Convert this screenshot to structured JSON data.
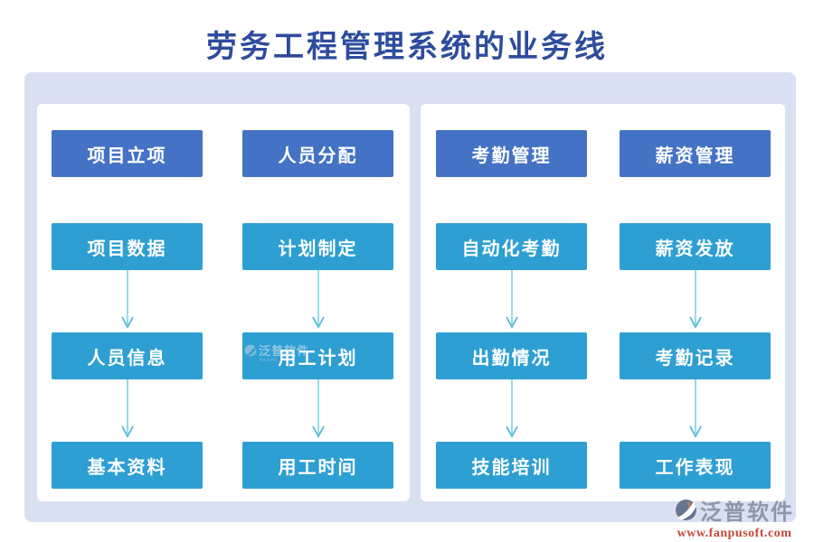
{
  "title": "劳务工程管理系统的业务线",
  "panels": [
    {
      "name": "left-panel",
      "columns": [
        {
          "steps": [
            "项目立项",
            "项目数据",
            "人员信息",
            "基本资料"
          ]
        },
        {
          "steps": [
            "人员分配",
            "计划制定",
            "用工计划",
            "用工时间"
          ]
        }
      ]
    },
    {
      "name": "right-panel",
      "columns": [
        {
          "steps": [
            "考勤管理",
            "自动化考勤",
            "出勤情况",
            "技能培训"
          ]
        },
        {
          "steps": [
            "薪资管理",
            "薪资发放",
            "考勤记录",
            "工作表现"
          ]
        }
      ]
    }
  ],
  "watermark": {
    "text": "泛普软件",
    "subtext": "FANPU SOFT"
  },
  "logo": {
    "name": "泛普软件",
    "website": "www.fanpusoft.com"
  },
  "colors": {
    "title_text": "#2e4c9c",
    "canvas_background": "#d9e0f2",
    "panel_background": "#ffffff",
    "primary_box": "#4472c4",
    "secondary_box": "#2d9fd3",
    "box_text": "#ffffff",
    "arrow": "#5bc4d9",
    "logo_text": "#8d97a9",
    "logo_url_text": "#c2483a"
  }
}
